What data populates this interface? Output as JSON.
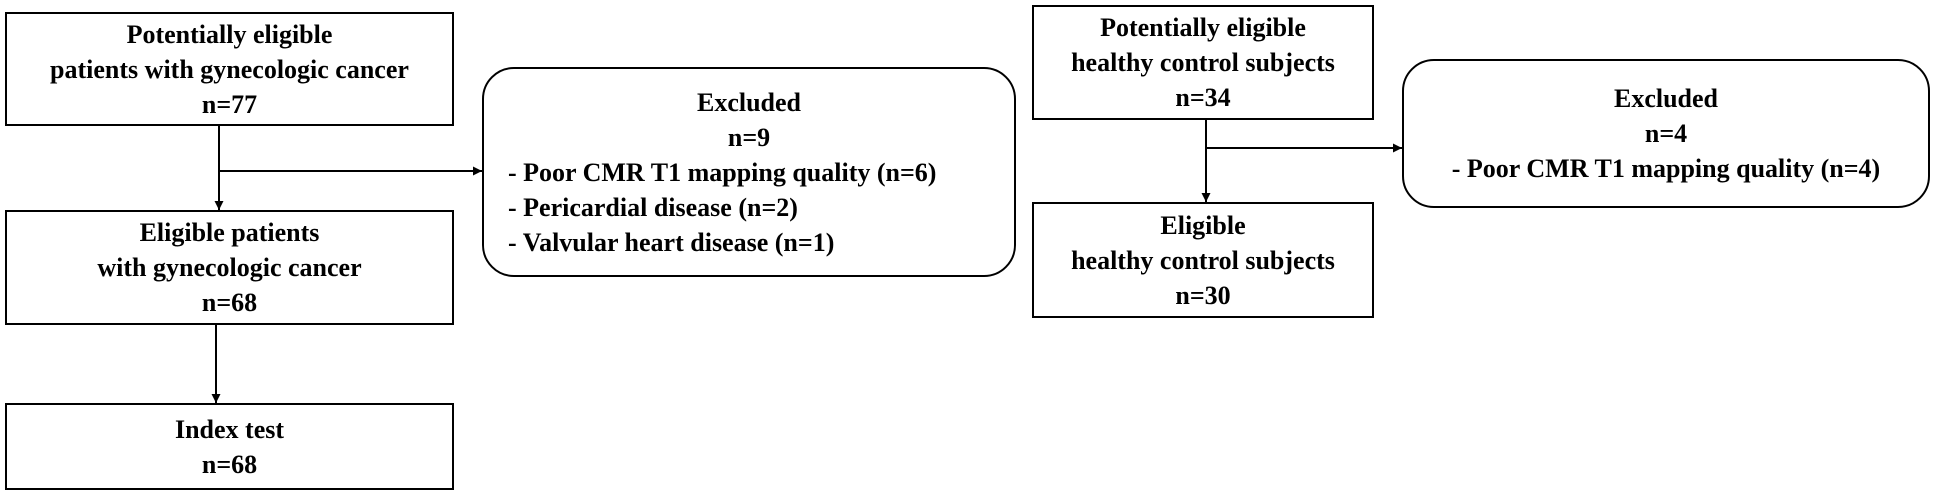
{
  "patients": {
    "potential": {
      "lines": [
        "Potentially eligible",
        "patients with gynecologic cancer",
        "n=77"
      ]
    },
    "excluded": {
      "title": "Excluded",
      "count": "n=9",
      "items": [
        "- Poor CMR T1 mapping quality (n=6)",
        "- Pericardial disease (n=2)",
        "- Valvular heart disease (n=1)"
      ]
    },
    "eligible": {
      "lines": [
        "Eligible patients",
        "with gynecologic cancer",
        "n=68"
      ]
    },
    "index": {
      "lines": [
        "Index test",
        "n=68"
      ]
    }
  },
  "controls": {
    "potential": {
      "lines": [
        "Potentially eligible",
        "healthy control subjects",
        "n=34"
      ]
    },
    "excluded": {
      "title": "Excluded",
      "count": "n=4",
      "items": [
        "- Poor CMR T1 mapping quality (n=4)"
      ]
    },
    "eligible": {
      "lines": [
        "Eligible",
        "healthy control subjects",
        "n=30"
      ]
    }
  }
}
